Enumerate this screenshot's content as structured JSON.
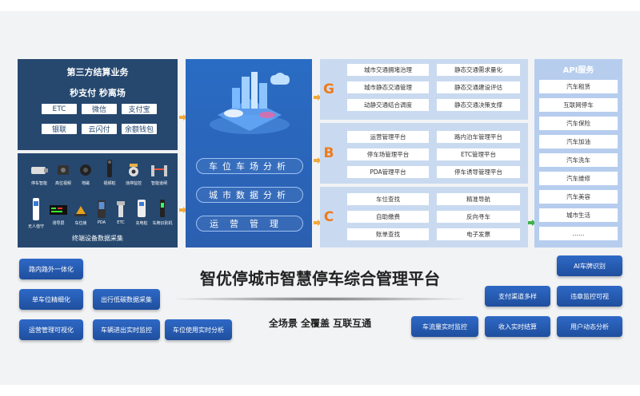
{
  "payment": {
    "title": "第三方结算业务",
    "subtitle": "秒支付 秒离场",
    "methods": [
      "ETC",
      "微信",
      "支付宝",
      "银联",
      "云闪付",
      "余额钱包"
    ]
  },
  "devices": {
    "row1": [
      "停车智能",
      "高位视频",
      "地磁",
      "视频桩",
      "违停监控",
      "智能道闸"
    ],
    "row2": [
      "无人值守",
      "诱导屏",
      "车位锁",
      "PDA",
      "ETC",
      "充电桩",
      "车牌识别机"
    ],
    "caption": "终端设备数据采集"
  },
  "analysis": {
    "pills": [
      "车位车场分析",
      "城市数据分析",
      "运营管理"
    ]
  },
  "gbc": [
    {
      "letter": "G",
      "items": [
        "城市交通拥堵治理",
        "静态交通需求量化",
        "城市静态交通管理",
        "静态交通建设评估",
        "动静交通结合调度",
        "静态交通决策支撑"
      ]
    },
    {
      "letter": "B",
      "items": [
        "运营管理平台",
        "路内泊车管理平台",
        "停车场管理平台",
        "ETC管理平台",
        "PDA管理平台",
        "停车诱导管理平台"
      ]
    },
    {
      "letter": "C",
      "items": [
        "车位查找",
        "精准导航",
        "自助缴费",
        "反向寻车",
        "账单查找",
        "电子发票"
      ]
    }
  ],
  "api": {
    "title": "API服务",
    "items": [
      "汽车租赁",
      "互联网停车",
      "汽车保险",
      "汽车加油",
      "汽车洗车",
      "汽车维修",
      "汽车美容",
      "城市生活",
      "……"
    ]
  },
  "platform": {
    "title": "智优停城市智慧停车综合管理平台",
    "subtitle": "全场景 全覆盖 互联互通"
  },
  "features_left": [
    "路内路外一体化",
    "单车位精细化",
    "出行低碳数据采集",
    "运营管理可视化",
    "车辆进出实时监控",
    "车位使用实时分析"
  ],
  "features_right": [
    "AI车牌识别",
    "支付渠道多样",
    "违章监控可视",
    "车流量实时监控",
    "收入实时结算",
    "用户动态分析"
  ],
  "colors": {
    "accent_orange": "#ef7a1a",
    "dark_blue": "#26486f",
    "mid_blue": "#2b5fb0",
    "light_blue": "#c9daf0"
  }
}
